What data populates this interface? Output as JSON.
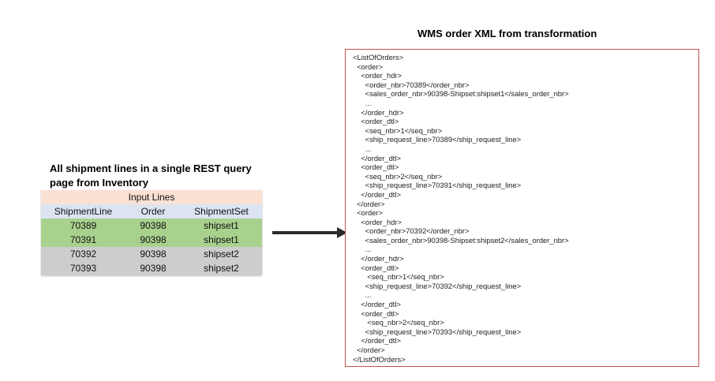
{
  "left": {
    "caption_line1": "All shipment lines in a single REST query",
    "caption_line2": "page from Inventory"
  },
  "table": {
    "title": "Input Lines",
    "headers": [
      "ShipmentLine",
      "Order",
      "ShipmentSet"
    ],
    "rows": [
      [
        "70389",
        "90398",
        "shipset1"
      ],
      [
        "70391",
        "90398",
        "shipset1"
      ],
      [
        "70392",
        "90398",
        "shipset2"
      ],
      [
        "70393",
        "90398",
        "shipset2"
      ]
    ]
  },
  "xml": {
    "title": "WMS order XML from transformation",
    "lines": [
      "<ListOfOrders>",
      "  <order>",
      "    <order_hdr>",
      "      <order_nbr>70389</order_nbr>",
      "      <sales_order_nbr>90398-Shipset:shipset1</sales_order_nbr>",
      "      ...",
      "    </order_hdr>",
      "    <order_dtl>",
      "      <seq_nbr>1</seq_nbr>",
      "      <ship_request_line>70389</ship_request_line>",
      "      ...",
      "    </order_dtl>",
      "    <order_dtl>",
      "      <seq_nbr>2</seq_nbr>",
      "      <ship_request_line>70391</ship_request_line>",
      "    </order_dtl>",
      "  </order>",
      "  <order>",
      "    <order_hdr>",
      "      <order_nbr>70392</order_nbr>",
      "      <sales_order_nbr>90398-Shipset:shipset2</sales_order_nbr>",
      "      ...",
      "    </order_hdr>",
      "    <order_dtl>",
      "       <seq_nbr>1</seq_nbr>",
      "      <ship_request_line>70392</ship_request_line>",
      "      ...",
      "    </order_dtl>",
      "    <order_dtl>",
      "       <seq_nbr>2</seq_nbr>",
      "      <ship_request_line>70393</ship_request_line>",
      "    </order_dtl>",
      "  </order>",
      "</ListOfOrders>"
    ]
  },
  "colors": {
    "xml_border": "#c0504d",
    "table_title_bg": "#fbe0d4",
    "table_header_bg": "#dce4f2",
    "shipset1_bg": "#a9d18e",
    "shipset2_bg": "#cdcdcd",
    "arrow": "#2b2b2b"
  },
  "icons": {
    "arrow": "right-arrow-icon"
  }
}
